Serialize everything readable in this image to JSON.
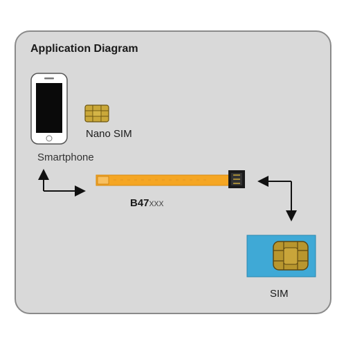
{
  "title": "Application Diagram",
  "nodes": {
    "smartphone": {
      "label": "Smartphone",
      "icon": "smartphone-icon"
    },
    "nano_sim": {
      "label": "Nano SIM",
      "icon": "nano-sim-icon"
    },
    "adapter": {
      "label_prefix": "B47",
      "label_suffix": "xxx",
      "icon": "flex-cable-icon"
    },
    "sim": {
      "label": "SIM",
      "icon": "sim-card-icon"
    }
  },
  "colors": {
    "panel_bg": "#d9d9d9",
    "panel_border": "#8a8a8a",
    "cable": "#f5a623",
    "sim_card": "#3fa9d6",
    "chip": "#b8962e",
    "arrow": "#111111"
  }
}
